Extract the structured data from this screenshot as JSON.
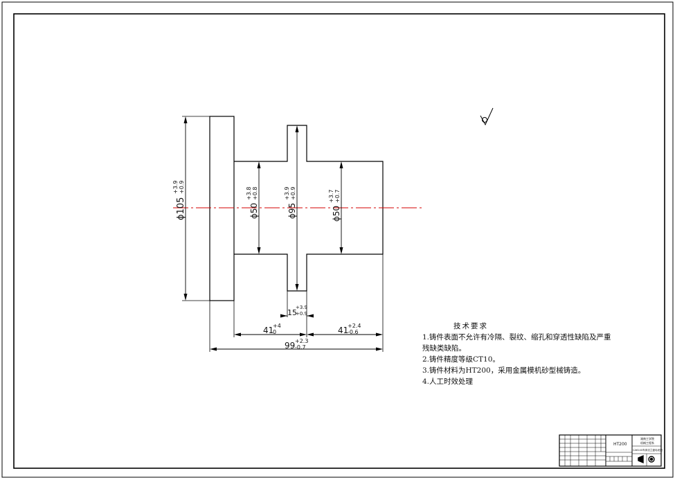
{
  "drawing": {
    "dimensions": {
      "d105": {
        "base": "ϕ105",
        "upper": "+3.9",
        "lower": "+0.9"
      },
      "d50_left": {
        "base": "ϕ50",
        "upper": "+3.8",
        "lower": "+0.8"
      },
      "d95": {
        "base": "ϕ95",
        "upper": "+3.9",
        "lower": "+0.9"
      },
      "d50_right": {
        "base": "ϕ50",
        "upper": "+3.7",
        "lower": "+0.7"
      },
      "len15": {
        "base": "15",
        "upper": "+3.9",
        "lower": "+0.9"
      },
      "len41_left": {
        "base": "41",
        "upper": "+4",
        "lower": "0"
      },
      "len41_right": {
        "base": "41",
        "upper": "+2.4",
        "lower": "-0.6"
      },
      "len99": {
        "base": "99",
        "upper": "+2.3",
        "lower": "-0.7"
      }
    }
  },
  "tech_requirements": {
    "title": "技术要求",
    "lines": [
      "1.铸件表面不允许有冷隔、裂纹、缩孔和穿透性缺陷及严重",
      "残缺类缺陷。",
      "2.铸件精度等级CT10。",
      "3.铸件材料为HT200，采用金属模机砂型械铸造。",
      "4.人工时效处理"
    ]
  },
  "title_block": {
    "material": "HT200",
    "school_line1": "湖南工学院",
    "school_line2": "机械工程系",
    "drawing_name": "CA6140车床法兰盘毛坯图"
  },
  "colors": {
    "line": "#000000",
    "centerline": "#d40000",
    "paper": "#ffffff"
  }
}
